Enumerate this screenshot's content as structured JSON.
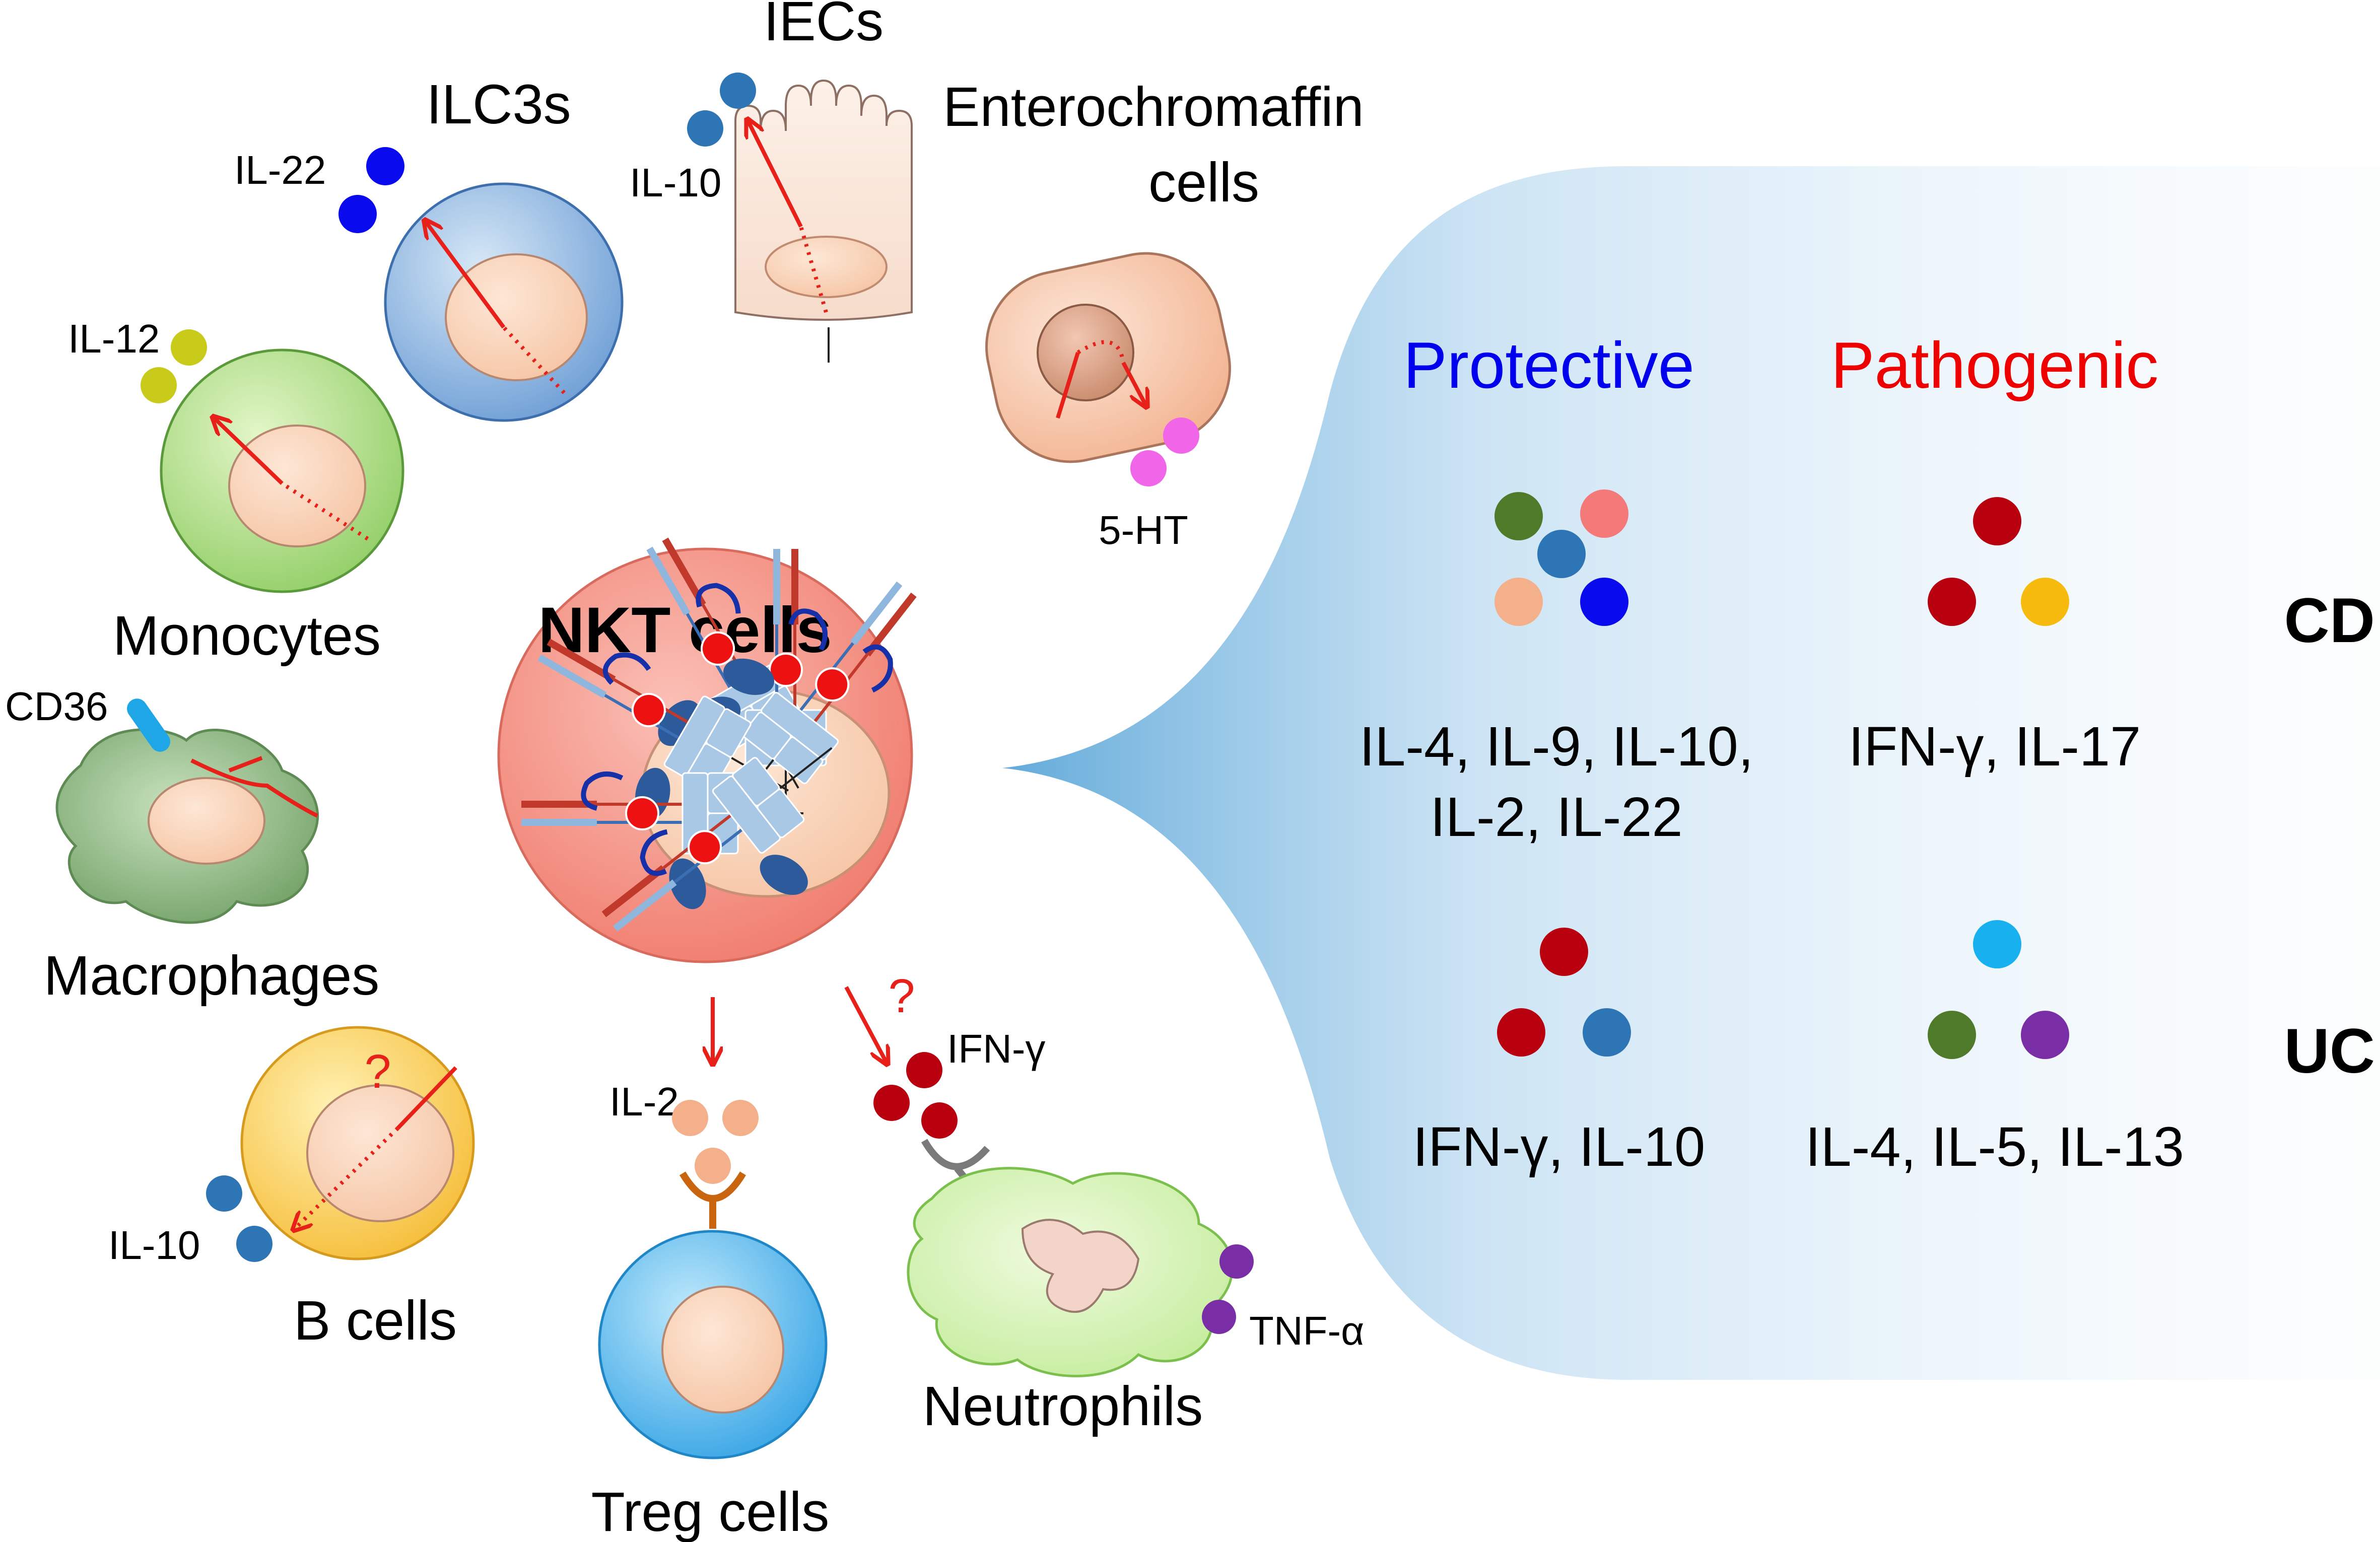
{
  "center": {
    "label": "NKT cells"
  },
  "cells": {
    "iecs": "IECs",
    "ilc3s": "ILC3s",
    "entero_line1": "Enterochromaffin",
    "entero_line2": "cells",
    "monocytes": "Monocytes",
    "macrophages": "Macrophages",
    "b_cells": "B cells",
    "treg_cells": "Treg cells",
    "neutrophils": "Neutrophils"
  },
  "molecules": {
    "il22": "IL-22",
    "il10_iec": "IL-10",
    "il12": "IL-12",
    "ht5": "5-HT",
    "cd36": "CD36",
    "il2": "IL-2",
    "ifng": "IFN-γ",
    "tnfa": "TNF-α",
    "il10_b": "IL-10",
    "question": "?"
  },
  "table": {
    "protective_header": "Protective",
    "pathogenic_header": "Pathogenic",
    "cd_label": "CD",
    "uc_label": "UC",
    "cd_protective_line1": "IL-4, IL-9, IL-10,",
    "cd_protective_line2": "IL-2, IL-22",
    "cd_pathogenic": "IFN-γ, IL-17",
    "uc_protective": "IFN-γ, IL-10",
    "uc_pathogenic": "IL-4, IL-5, IL-13"
  },
  "colors": {
    "protective": "#0000ee",
    "pathogenic": "#ee0000",
    "nkt": "#f6968a",
    "red_arrow": "#e8201a",
    "receptor": "#a9c8e6",
    "cd1d": "#2d5a9a"
  }
}
